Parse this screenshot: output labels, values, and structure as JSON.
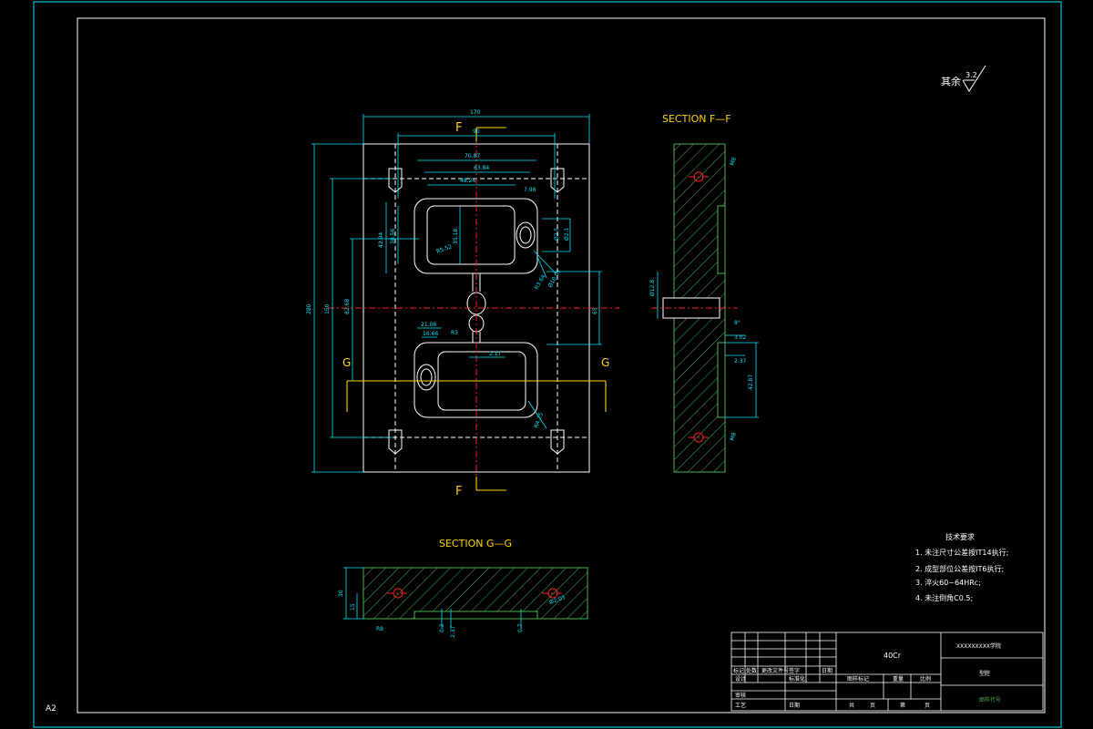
{
  "sheet": {
    "size_label": "A2",
    "roughness_prefix": "其余",
    "roughness_value": "3.2"
  },
  "main_view": {
    "section_mark_f": "F",
    "section_mark_g": "G",
    "dims": {
      "overall_width": "170",
      "inner_width": "90",
      "cavity_w1": "70.87",
      "cavity_w2": "63.84",
      "cavity_w3": "48.24",
      "overall_height": "280",
      "inner_height": "150",
      "h_82": "82.68",
      "h_65": "65",
      "cav_h1": "42.94",
      "cav_h2": "38.56",
      "cav_h3": "35.18",
      "r_radius": "R5.52",
      "r_small": "R3.64",
      "c_w": "7.98",
      "d1": "Ø2.5",
      "d2": "Ø2.1",
      "d3": "Ø10.07",
      "ang": "R3",
      "low_w1": "21.06",
      "low_w2": "16.66",
      "low_d": "2.17",
      "low_r": "R4.25"
    }
  },
  "section_ff": {
    "title": "SECTION F—F",
    "dims": {
      "d_hole": "Ø12.8",
      "ang": "8°",
      "a": "3.02",
      "b": "2.37",
      "c": "42.87",
      "top": "M8",
      "bot": "M8"
    }
  },
  "section_gg": {
    "title": "SECTION G—G",
    "dims": {
      "h30": "30",
      "h15": "15",
      "r1": "R8",
      "a": "0.2",
      "b": "2.37",
      "c": "0.7",
      "d": "Ø2.05"
    }
  },
  "tech": {
    "heading": "技术要求",
    "items": [
      "1. 未注尺寸公差按IT14执行;",
      "2. 成型部位公差按IT6执行;",
      "3. 淬火60~64HRc;",
      "4. 未注倒角C0.5;"
    ]
  },
  "title_block": {
    "material": "40Cr",
    "school": "XXXXXXXXX学院",
    "part_name": "型腔",
    "drawing_no_label": "图样代号",
    "row_labels_1": [
      "标记",
      "处数",
      "更改文件号",
      "签字",
      "日期"
    ],
    "row_labels_2": [
      "设计",
      "标准化"
    ],
    "row_labels_3": [
      "审核"
    ],
    "row_labels_4": [
      "工艺",
      "日期"
    ],
    "mark_labels": [
      "图样标记",
      "重量",
      "比例"
    ],
    "sheet_labels": [
      "共",
      "页",
      "第",
      "页"
    ]
  },
  "colors": {
    "border": "#00e5ff",
    "frame": "#ffffff",
    "dimension": "#00e5ff",
    "section": "#ffd400",
    "hatch": "#4caf50",
    "centerline": "#ff2020"
  }
}
